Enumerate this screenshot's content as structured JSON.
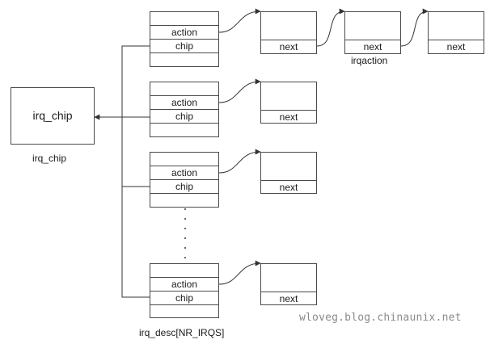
{
  "irq_chip": {
    "box_label": "irq_chip",
    "caption": "irq_chip"
  },
  "irq_desc": {
    "caption": "irq_desc[NR_IRQS]",
    "entries": [
      {
        "action": "action",
        "chip": "chip"
      },
      {
        "action": "action",
        "chip": "chip"
      },
      {
        "action": "action",
        "chip": "chip"
      },
      {
        "action": "action",
        "chip": "chip"
      }
    ]
  },
  "irqaction": {
    "caption": "irqaction",
    "next_label": "next"
  },
  "watermark": "wloveg.blog.chinaunix.net"
}
